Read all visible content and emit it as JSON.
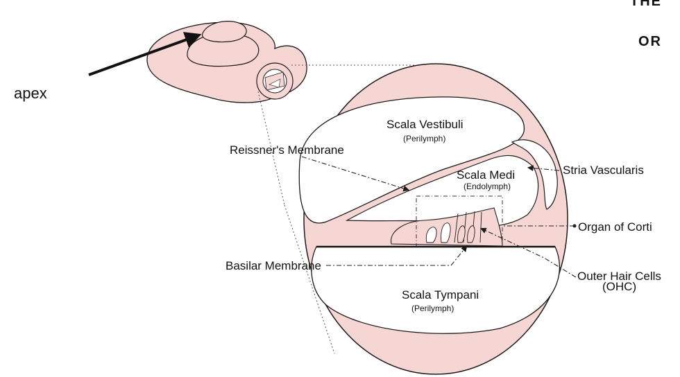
{
  "heading": {
    "line1": "THE",
    "line2": "OR"
  },
  "labels": {
    "apex": "apex",
    "scala_vestibuli": "Scala Vestibuli",
    "scala_vestibuli_fluid": "(Perilymph)",
    "scala_media": "Scala Medi",
    "scala_media_fluid": "(Endolymph)",
    "scala_tympani": "Scala Tympani",
    "scala_tympani_fluid": "(Perilymph)",
    "reissners_membrane": "Reissner's Membrane",
    "stria_vascularis": "Stria Vascularis",
    "organ_of_corti": "Organ of Corti",
    "basilar_membrane": "Basilar Membrane",
    "outer_hair_cells": "Outer Hair Cells",
    "outer_hair_cells_abbr": "(OHC)"
  },
  "colors": {
    "tissue_fill": "#f6d6d3",
    "outline": "#1a1a1a",
    "background": "#ffffff"
  }
}
